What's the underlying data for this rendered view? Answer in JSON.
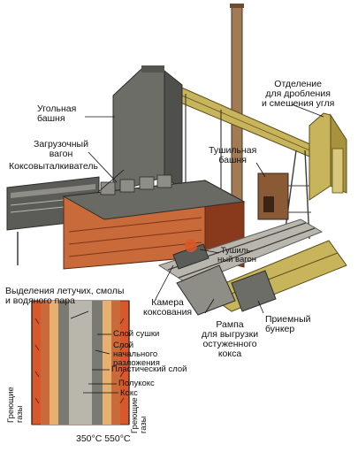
{
  "labels": {
    "coal_tower": "Угольная\nбашня",
    "loading_car": "Загрузочный\nвагон",
    "coke_pusher": "Коксовыталкиватель",
    "crushing_dept": "Отделение\nдля дробления\nи смешения угля",
    "quench_tower": "Тушильная\nбашня",
    "quench_car": "Тушиль-\nный вагон",
    "coking_chamber": "Камера\nкоксования",
    "ramp": "Рампа\nдля выгрузки\nостуженного\nкокса",
    "receiving_bunker": "Приемный\nбункер",
    "volatiles": "Выделения летучих, смолы\nи водяного пара",
    "drying_layer": "Слой сушки",
    "initial_decomp": "Слой\nначального\nразложения",
    "plastic_layer": "Пластический слой",
    "semicoke": "Полукокс",
    "coke": "Кокс",
    "heating_gases_left": "Греющие\nгазы",
    "heating_gases_right": "Греющие\nгазы",
    "temperatures": "350°С 550°С"
  },
  "colors": {
    "brick": "#c86a3a",
    "brick_dark": "#8a3a1c",
    "steel": "#5b5b58",
    "steel_light": "#8e8d86",
    "gantry": "#c8b45a",
    "concrete": "#b9b7ad",
    "coke_fire": "#d9572a"
  }
}
